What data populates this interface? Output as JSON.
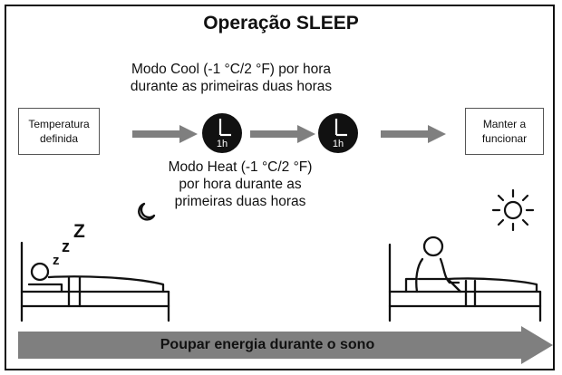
{
  "title": "Operação SLEEP",
  "caption_cool": "Modo Cool (-1 °C/2 °F) por hora durante as primeiras duas horas",
  "caption_heat": "Modo Heat (-1 °C/2 °F) por hora durante as primeiras duas horas",
  "box_start": "Temperatura definida",
  "box_end": "Manter a funcionar",
  "clock_1_label": "1h",
  "clock_2_label": "1h",
  "banner": "Poupar energia durante o sono",
  "sleep_letters": [
    "z",
    "z",
    "Z"
  ],
  "icons": [
    "moon-icon",
    "sun-icon",
    "clock-icon",
    "sleeping-person-bed-icon",
    "awake-person-bed-icon"
  ],
  "colors": {
    "arrow": "#7f7f7f",
    "clock": "#111111",
    "clock_hands": "#ffffff"
  }
}
